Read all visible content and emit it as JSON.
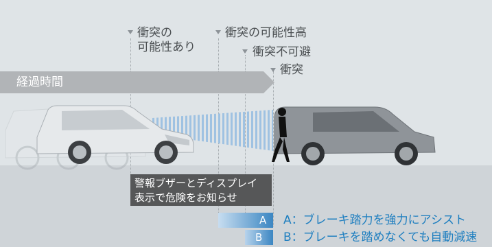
{
  "phases": {
    "collision_possible": "衝突の\n可能性あり",
    "collision_likely": "衝突の可能性高",
    "collision_unavoidable": "衝突不可避",
    "collision": "衝突"
  },
  "timeline_label": "経過時間",
  "warning_text": "警報ブザーとディスプレイ\n表示で危険をお知らせ",
  "assist": {
    "a_letter": "A",
    "a_text": "A：ブレーキ踏力を強力にアシスト",
    "b_letter": "B",
    "b_text": "B：ブレーキを踏めなくても自動減速"
  },
  "colors": {
    "accent_blue": "#1f7fc0",
    "bar_blue": "#3b86c2",
    "light_blue": "#a6c8e6",
    "timeline_gray": "#b1b4b7",
    "warning_box": "#565758"
  }
}
